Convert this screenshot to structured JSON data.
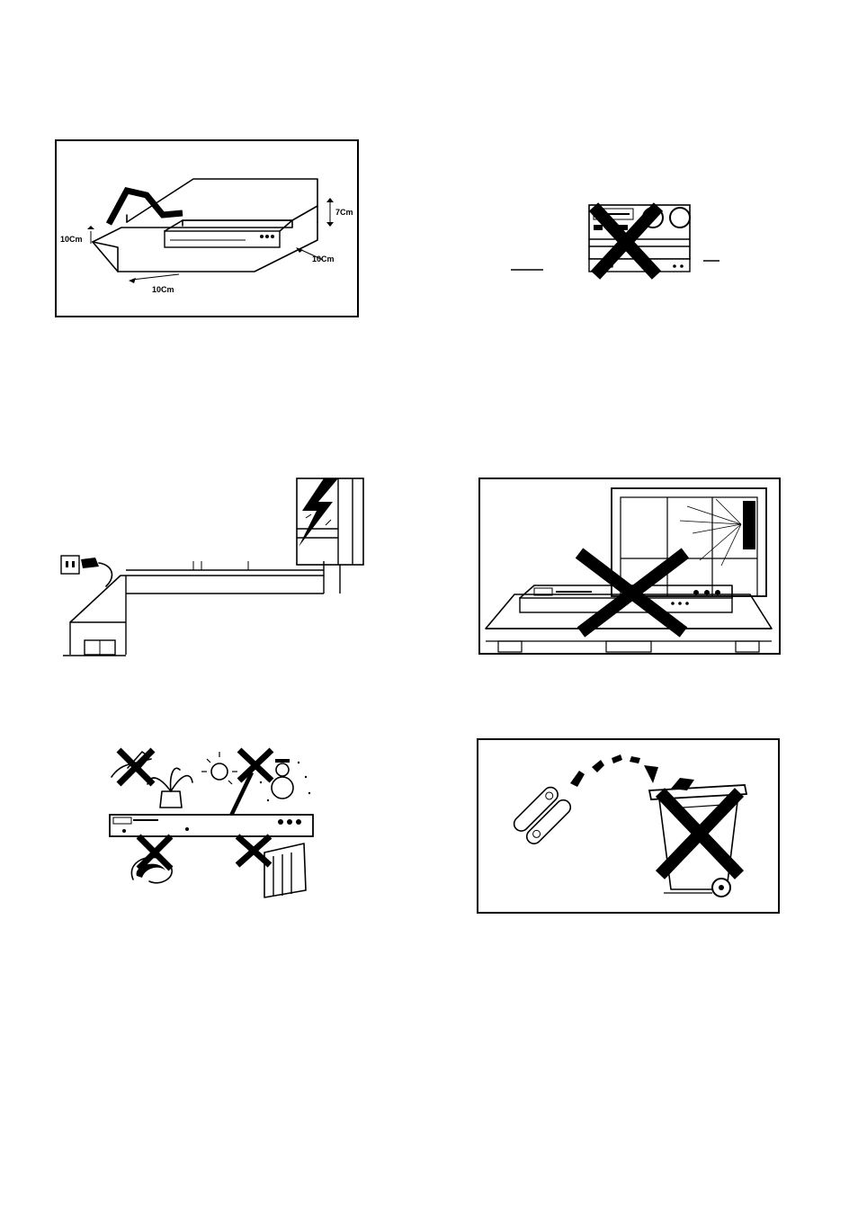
{
  "ventilation": {
    "clearance_top": "7Cm",
    "clearance_left": "10Cm",
    "clearance_right": "10Cm",
    "clearance_front": "10Cm"
  },
  "icons": {
    "ventilation": "ventilation-clearance-illustration",
    "stacking": "stacking-on-amplifier-prohibited-icon",
    "lightning": "lightning-storm-unplug-illustration",
    "sunlight": "direct-sunlight-prohibited-icon",
    "environment": "moisture-heat-cold-prohibited-icon",
    "batteries": "battery-disposal-prohibited-icon"
  }
}
